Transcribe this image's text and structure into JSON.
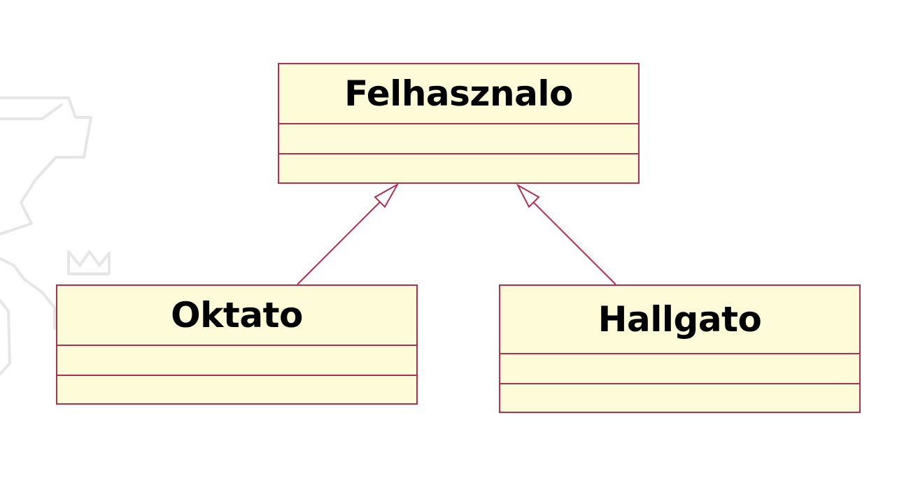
{
  "diagram": {
    "type": "uml-class-diagram",
    "classes": {
      "parent": {
        "name": "Felhasznalo"
      },
      "left_child": {
        "name": "Oktato"
      },
      "right_child": {
        "name": "Hallgato"
      }
    },
    "relations": [
      {
        "kind": "generalization",
        "from": "Oktato",
        "to": "Felhasznalo"
      },
      {
        "kind": "generalization",
        "from": "Hallgato",
        "to": "Felhasznalo"
      }
    ]
  },
  "colors": {
    "box_fill": "#fefbd8",
    "box_border": "#b0304f",
    "watermark": "#e6e6e6",
    "text": "#000000"
  },
  "icons": {
    "watermark": "university-crest-watermark-icon"
  }
}
